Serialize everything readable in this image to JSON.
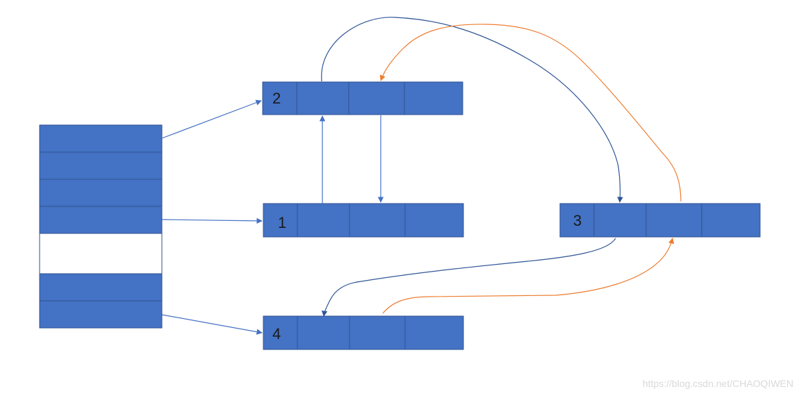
{
  "nodes": [
    {
      "id": "node-2",
      "label": "2"
    },
    {
      "id": "node-1",
      "label": "1"
    },
    {
      "id": "node-3",
      "label": "3"
    },
    {
      "id": "node-4",
      "label": "4"
    }
  ],
  "table": {
    "rows": 7,
    "empty_row_index": 4
  },
  "colors": {
    "cell_fill": "#4472c4",
    "cell_border": "#2f528f",
    "blue_arrow": "#4472c4",
    "navy_curve": "#2f5597",
    "orange_curve": "#ed7d31"
  },
  "watermark": "https://blog.csdn.net/CHAOQIWEN"
}
